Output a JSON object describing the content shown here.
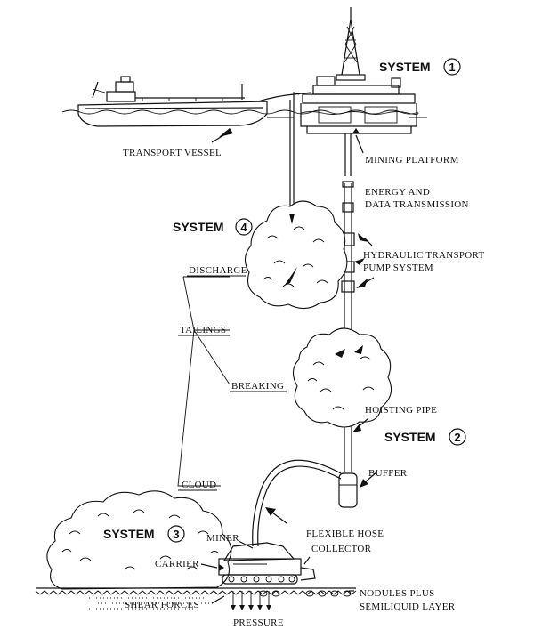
{
  "systems": {
    "s1": {
      "label": "SYSTEM",
      "number": "1"
    },
    "s2": {
      "label": "SYSTEM",
      "number": "2"
    },
    "s3": {
      "label": "SYSTEM",
      "number": "3"
    },
    "s4": {
      "label": "SYSTEM",
      "number": "4"
    }
  },
  "labels": {
    "transport_vessel": "TRANSPORT VESSEL",
    "mining_platform": "MINING PLATFORM",
    "energy_line1": "ENERGY AND",
    "energy_line2": "DATA TRANSMISSION",
    "hydraulic_line1": "HYDRAULIC TRANSPORT",
    "hydraulic_line2": "PUMP SYSTEM",
    "discharge": "DISCHARGE",
    "tailings": "TAILINGS",
    "breaking": "BREAKING",
    "hoisting_pipe": "HOISTING PIPE",
    "buffer": "BUFFER",
    "cloud": "CLOUD",
    "miner": "MINER",
    "flexible_hose": "FLEXIBLE HOSE",
    "collector": "COLLECTOR",
    "carrier": "CARRIER",
    "shear_forces": "SHEAR FORCES",
    "pressure": "PRESSURE",
    "nodules_line1": "NODULES PLUS",
    "nodules_line2": "SEMILIQUID LAYER"
  }
}
